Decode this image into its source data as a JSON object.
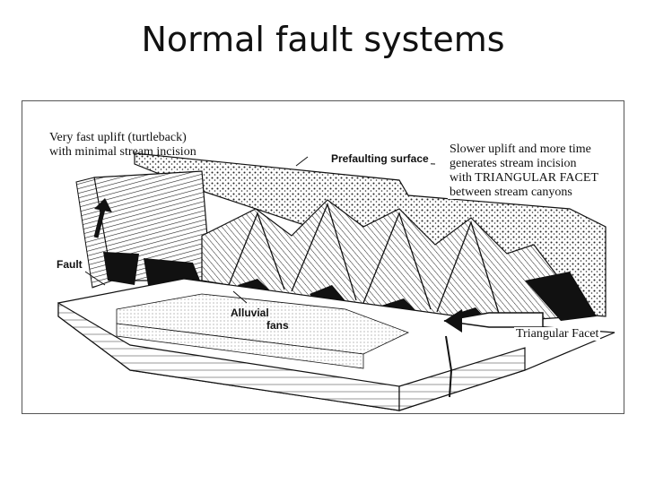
{
  "slide": {
    "title": "Normal fault systems"
  },
  "figure": {
    "labels": {
      "very_fast_line1": "Very fast uplift (turtleback)",
      "very_fast_line2": "with minimal stream incision",
      "prefaulting": "Prefaulting surface",
      "slower_line1": "Slower uplift and more time",
      "slower_line2": "generates stream incision",
      "slower_line3": "with TRIANGULAR FACET",
      "slower_line4": "between stream canyons",
      "fault": "Fault",
      "alluvial": "Alluvial",
      "fans": "fans",
      "triangular_facet": "Triangular Facet"
    },
    "colors": {
      "ink": "#111111",
      "paper": "#ffffff",
      "stipple": "#3a3a3a"
    }
  }
}
